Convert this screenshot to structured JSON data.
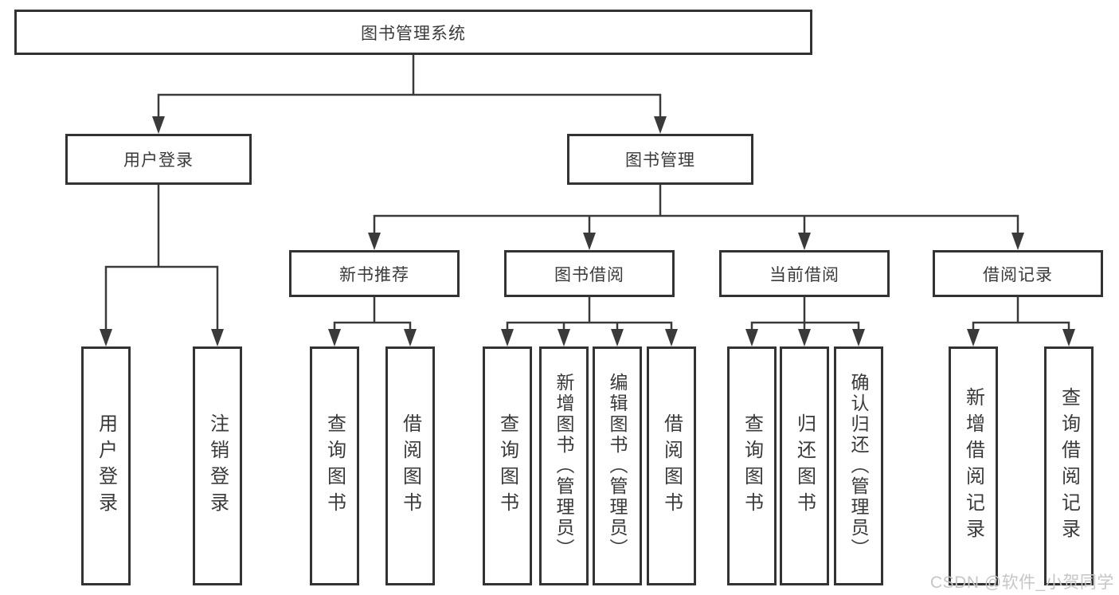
{
  "tree": {
    "root": {
      "label": "图书管理系统",
      "children": [
        {
          "label": "用户登录",
          "children": [
            {
              "label": "用户登录"
            },
            {
              "label": "注销登录"
            }
          ]
        },
        {
          "label": "图书管理",
          "children": [
            {
              "label": "新书推荐",
              "children": [
                {
                  "label": "查询图书"
                },
                {
                  "label": "借阅图书"
                }
              ]
            },
            {
              "label": "图书借阅",
              "children": [
                {
                  "label": "查询图书"
                },
                {
                  "label": "新增图书（管理员）"
                },
                {
                  "label": "编辑图书（管理员）"
                },
                {
                  "label": "借阅图书"
                }
              ]
            },
            {
              "label": "当前借阅",
              "children": [
                {
                  "label": "查询图书"
                },
                {
                  "label": "归还图书"
                },
                {
                  "label": "确认归还（管理员）"
                }
              ]
            },
            {
              "label": "借阅记录",
              "children": [
                {
                  "label": "新增借阅记录"
                },
                {
                  "label": "查询借阅记录"
                }
              ]
            }
          ]
        }
      ]
    }
  },
  "watermark": {
    "text": "CSDN @软件_小贺同学"
  },
  "colors": {
    "line": "#3a3a3a",
    "box_border": "#333333",
    "text": "#3a3a3a",
    "background": "#ffffff",
    "watermark": "#c6c6c6"
  }
}
